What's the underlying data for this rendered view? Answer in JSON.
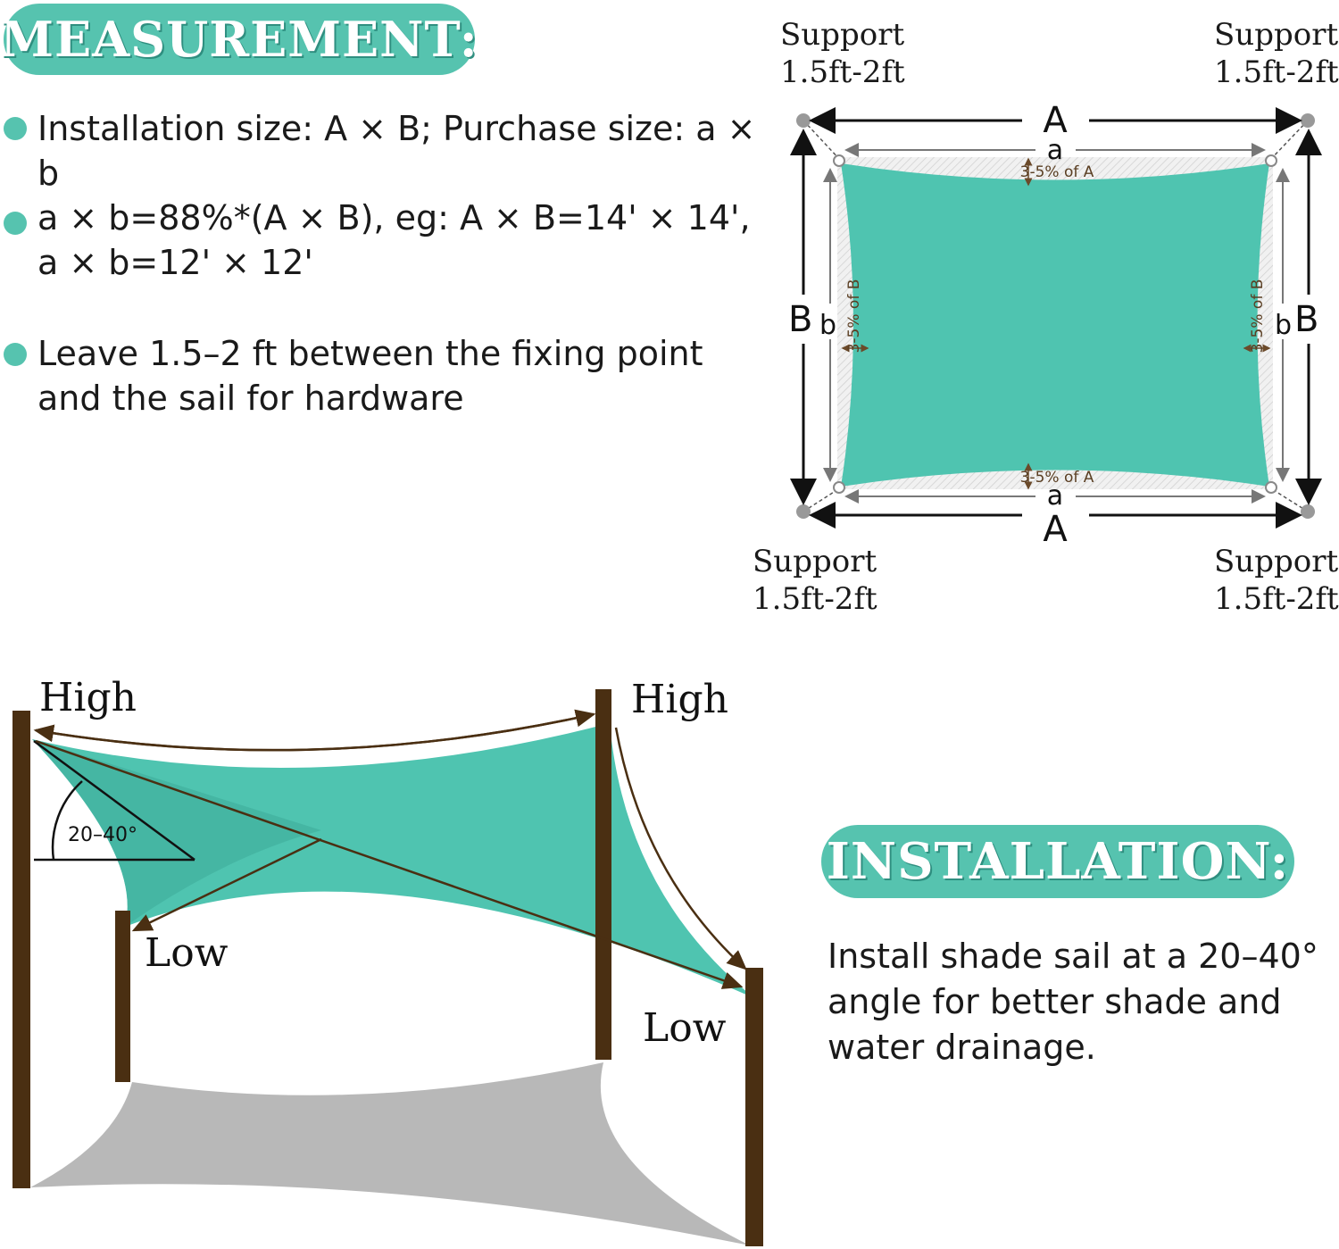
{
  "measurement": {
    "title": "MEASUREMENT:",
    "bullets": [
      "Installation size: A × B; Purchase size: a × b",
      "a × b=88%*(A × B), eg: A × B=14' × 14',",
      "a × b=12' × 12'",
      "Leave 1.5–2 ft between the fixing point",
      "and the sail for hardware"
    ]
  },
  "diagram": {
    "support_label": "Support",
    "support_dist": "1.5ft-2ft",
    "big_a": "A",
    "big_b": "B",
    "small_a": "a",
    "small_b": "b",
    "pct_a": "3-5% of A",
    "pct_b": "3-5% of B"
  },
  "install_diagram": {
    "high": "High",
    "low": "Low",
    "angle": "20–40°"
  },
  "installation": {
    "title": "INSTALLATION:",
    "lines": [
      "Install shade sail at a 20–40°",
      "angle for better shade and",
      "water drainage."
    ]
  },
  "colors": {
    "sail": "#4fc4b0",
    "post": "#4a2f12",
    "shadow": "#b8b8b8"
  }
}
